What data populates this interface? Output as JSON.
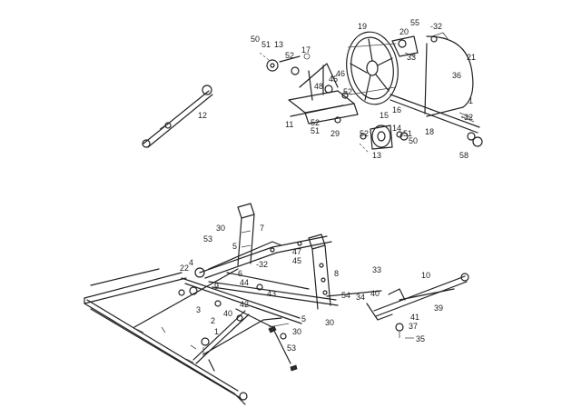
{
  "figure": {
    "callouts": [
      {
        "id": "c-50a",
        "text": "50"
      },
      {
        "id": "c-51a",
        "text": "51"
      },
      {
        "id": "c-13a",
        "text": "13"
      },
      {
        "id": "c-52a",
        "text": "52"
      },
      {
        "id": "c-17",
        "text": "17"
      },
      {
        "id": "c-19",
        "text": "19"
      },
      {
        "id": "c-20",
        "text": "20"
      },
      {
        "id": "c-55",
        "text": "55"
      },
      {
        "id": "c-32a",
        "text": "-32"
      },
      {
        "id": "c-33a",
        "text": "33"
      },
      {
        "id": "c-21",
        "text": "21"
      },
      {
        "id": "c-36",
        "text": "36"
      },
      {
        "id": "c-1a",
        "text": "1"
      },
      {
        "id": "c-32b",
        "text": "-32"
      },
      {
        "id": "c-45a",
        "text": "45"
      },
      {
        "id": "c-48",
        "text": "48"
      },
      {
        "id": "c-46",
        "text": "46"
      },
      {
        "id": "c-52b",
        "text": "52"
      },
      {
        "id": "c-16",
        "text": "16"
      },
      {
        "id": "c-15",
        "text": "15"
      },
      {
        "id": "c-14",
        "text": "14"
      },
      {
        "id": "c-51b",
        "text": "51"
      },
      {
        "id": "c-50b",
        "text": "50"
      },
      {
        "id": "c-18",
        "text": "18"
      },
      {
        "id": "c-11",
        "text": "11"
      },
      {
        "id": "c-52c",
        "text": "52"
      },
      {
        "id": "c-51c",
        "text": "51"
      },
      {
        "id": "c-29",
        "text": "29"
      },
      {
        "id": "c-52d",
        "text": "52"
      },
      {
        "id": "c-13b",
        "text": "13"
      },
      {
        "id": "c-58",
        "text": "58"
      },
      {
        "id": "c-12",
        "text": "12"
      },
      {
        "id": "c-30a",
        "text": "30"
      },
      {
        "id": "c-7",
        "text": "7"
      },
      {
        "id": "c-53a",
        "text": "53"
      },
      {
        "id": "c-5a",
        "text": "5"
      },
      {
        "id": "c-47",
        "text": "47"
      },
      {
        "id": "c-45b",
        "text": "45"
      },
      {
        "id": "c-4",
        "text": "4"
      },
      {
        "id": "c-32c",
        "text": "-32"
      },
      {
        "id": "c-22",
        "text": "22"
      },
      {
        "id": "c-6",
        "text": "6"
      },
      {
        "id": "c-8",
        "text": "8"
      },
      {
        "id": "c-33b",
        "text": "33"
      },
      {
        "id": "c-10",
        "text": "10"
      },
      {
        "id": "c-9",
        "text": "9"
      },
      {
        "id": "c-44",
        "text": "44"
      },
      {
        "id": "c-43",
        "text": "43"
      },
      {
        "id": "c-54",
        "text": "54"
      },
      {
        "id": "c-34",
        "text": "34"
      },
      {
        "id": "c-40a",
        "text": "40"
      },
      {
        "id": "c-39",
        "text": "39"
      },
      {
        "id": "c-3",
        "text": "3"
      },
      {
        "id": "c-40b",
        "text": "40"
      },
      {
        "id": "c-42",
        "text": "42"
      },
      {
        "id": "c-2",
        "text": "2"
      },
      {
        "id": "c-5b",
        "text": "5"
      },
      {
        "id": "c-30b",
        "text": "30"
      },
      {
        "id": "c-41",
        "text": "41"
      },
      {
        "id": "c-37",
        "text": "37"
      },
      {
        "id": "c-35",
        "text": "35"
      },
      {
        "id": "c-1b",
        "text": "1"
      },
      {
        "id": "c-30c",
        "text": "30"
      },
      {
        "id": "c-53b",
        "text": "53"
      }
    ]
  }
}
